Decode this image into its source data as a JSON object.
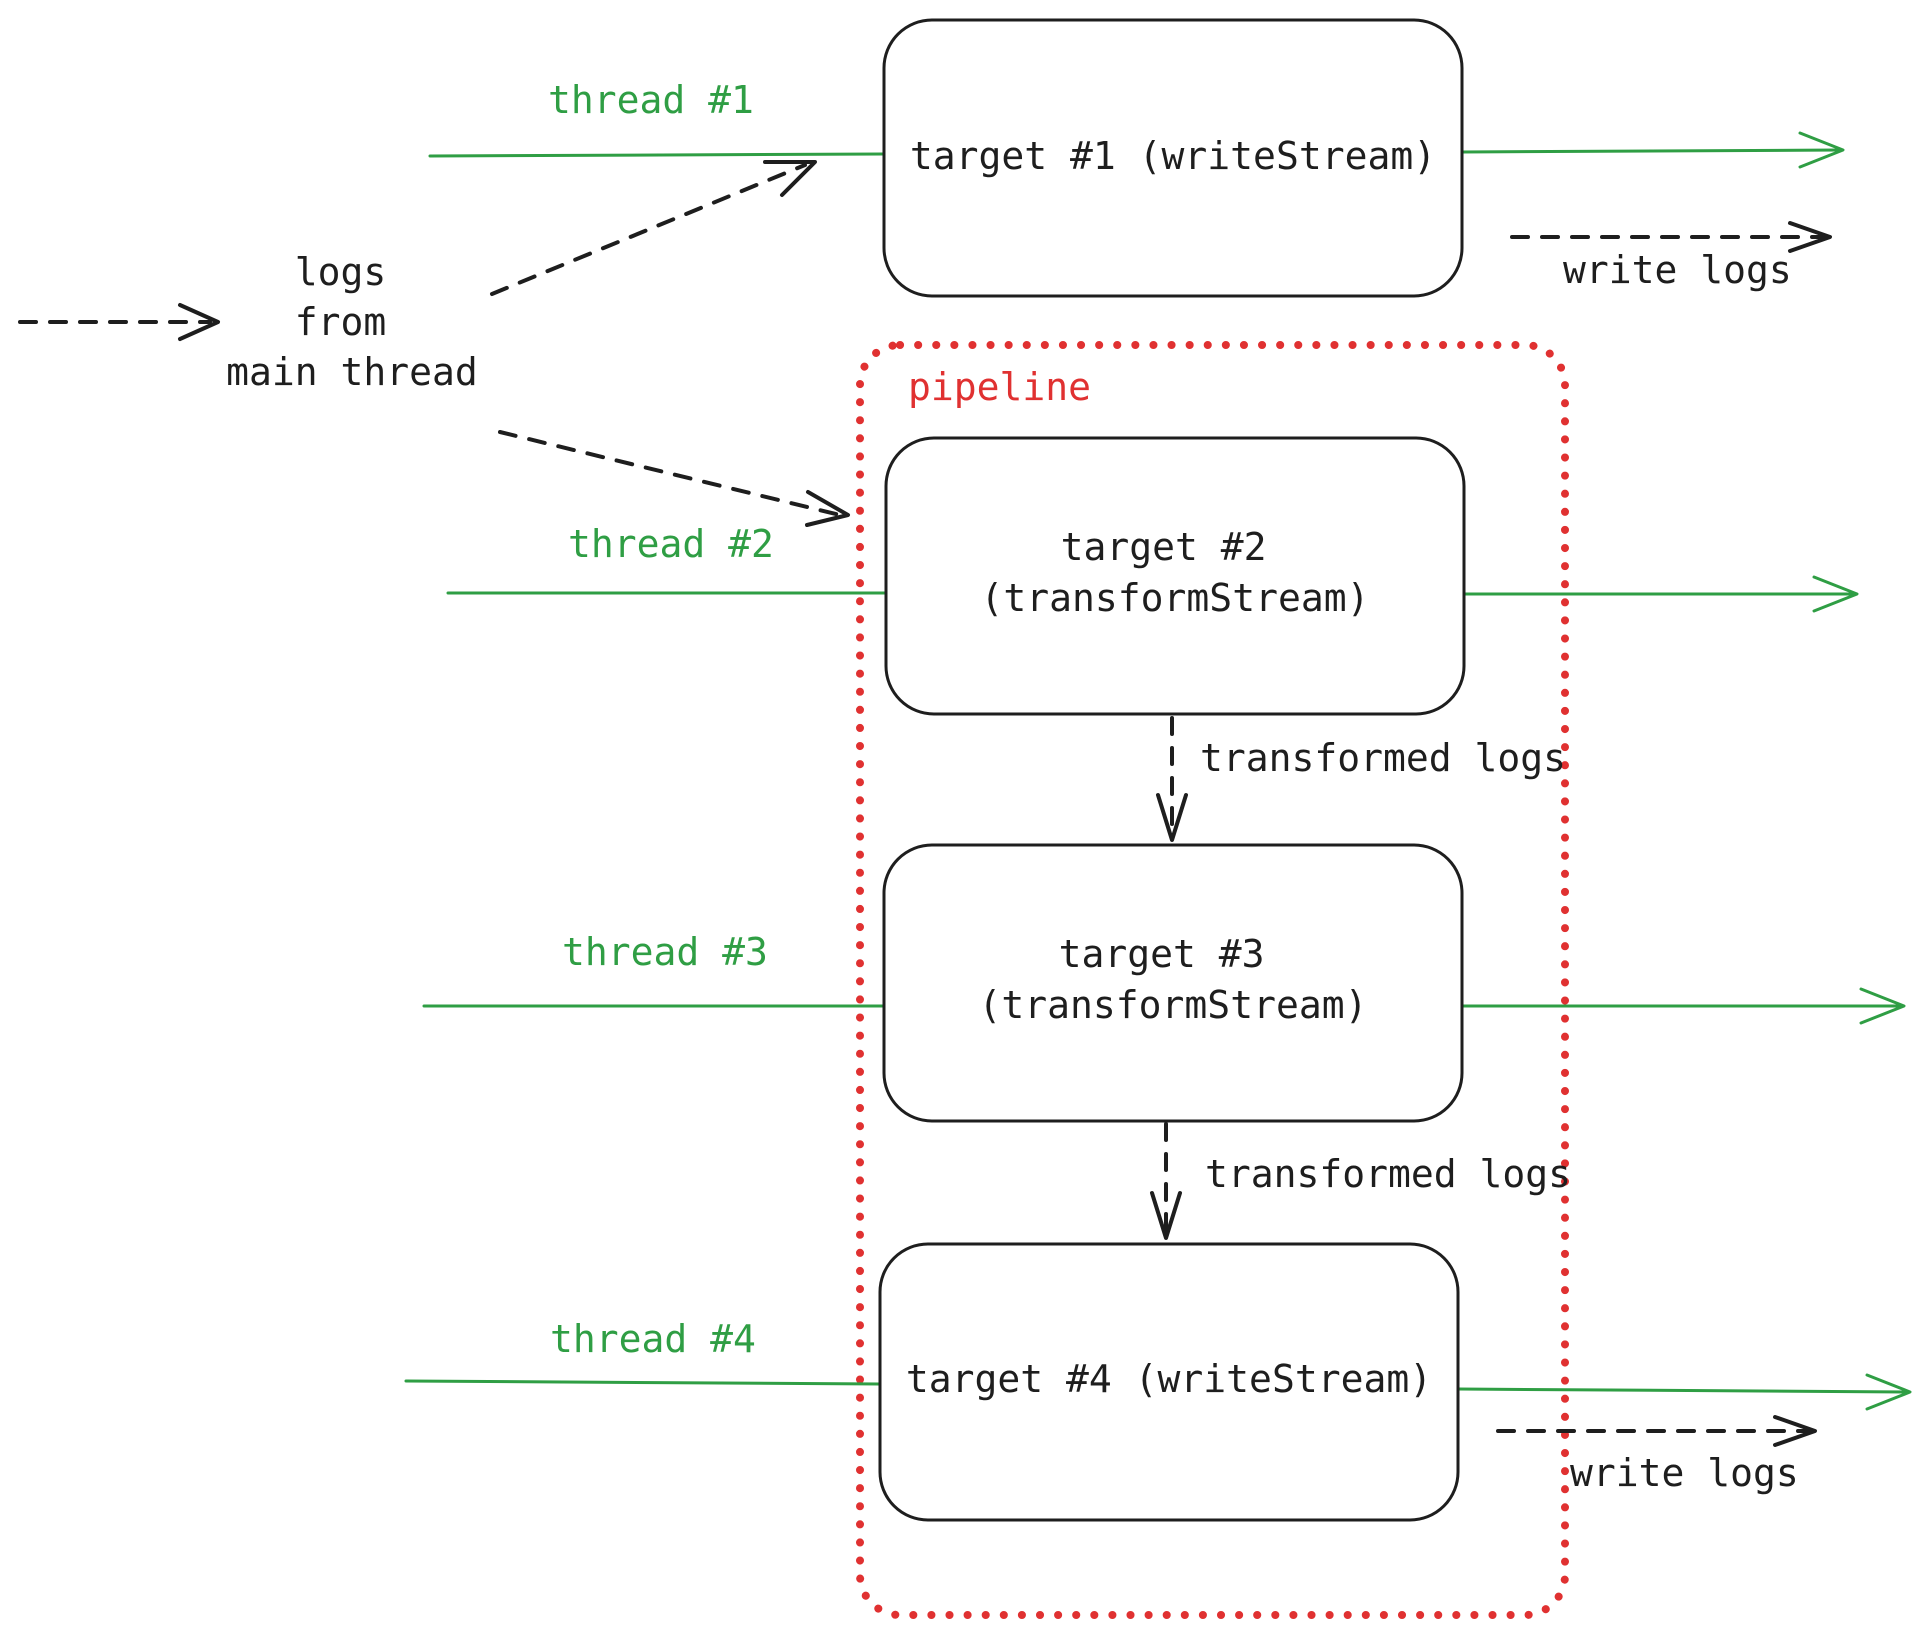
{
  "colors": {
    "thread": "#2f9e44",
    "pipeline": "#e03131",
    "ink": "#1e1e1e"
  },
  "source": {
    "label_lines": [
      "logs",
      "from",
      "main thread"
    ]
  },
  "pipeline": {
    "label": "pipeline"
  },
  "threads": [
    {
      "label": "thread #1"
    },
    {
      "label": "thread #2"
    },
    {
      "label": "thread #3"
    },
    {
      "label": "thread #4"
    }
  ],
  "targets": [
    {
      "lines": [
        "target #1 (writeStream)"
      ]
    },
    {
      "lines": [
        "target #2",
        "(transformStream)"
      ]
    },
    {
      "lines": [
        "target #3",
        "(transformStream)"
      ]
    },
    {
      "lines": [
        "target #4 (writeStream)"
      ]
    }
  ],
  "edges": {
    "transformed_1": "transformed logs",
    "transformed_2": "transformed logs",
    "write_1": "write logs",
    "write_4": "write logs"
  }
}
